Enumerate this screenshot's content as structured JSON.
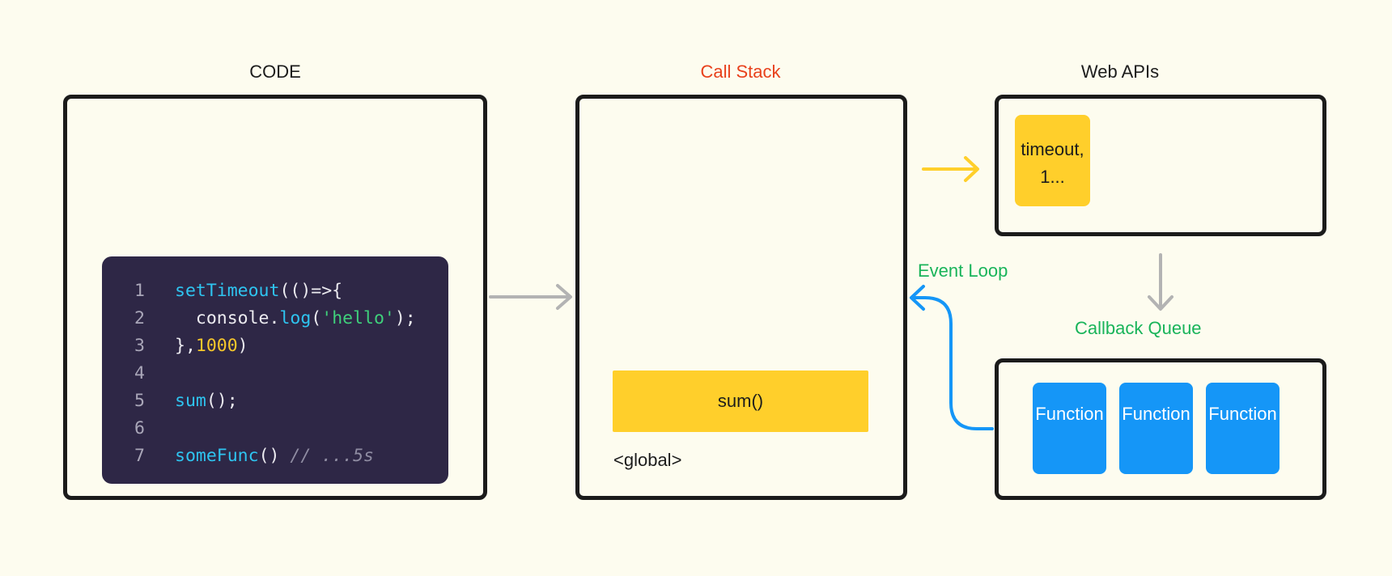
{
  "titles": {
    "code": "CODE",
    "call_stack": "Call Stack",
    "web_apis": "Web APIs",
    "callback_queue": "Callback Queue",
    "event_loop": "Event Loop"
  },
  "code": {
    "lines": [
      {
        "n": "1"
      },
      {
        "n": "2"
      },
      {
        "n": "3"
      },
      {
        "n": "4"
      },
      {
        "n": "5"
      },
      {
        "n": "6"
      },
      {
        "n": "7"
      }
    ],
    "tokens": {
      "l1_fn": "setTimeout",
      "l1_rest": "(()=>{",
      "l2_indent": "  console.",
      "l2_fn": "log",
      "l2_open": "(",
      "l2_str": "'hello'",
      "l2_close": ");",
      "l3_open": "},",
      "l3_num": "1000",
      "l3_close": ")",
      "l5_fn": "sum",
      "l5_rest": "();",
      "l7_fn": "someFunc",
      "l7_rest": "() ",
      "l7_comment": "// ...5s"
    }
  },
  "call_stack": {
    "frames": [
      "sum()"
    ],
    "global_label": "<global>"
  },
  "web_apis": {
    "items": [
      "timeout, 1..."
    ]
  },
  "callback_queue": {
    "items": [
      "Function",
      "Function",
      "Function"
    ]
  },
  "colors": {
    "background": "#fdfcef",
    "code_bg": "#2e2746",
    "call_stack_title": "#e8411c",
    "accent_yellow": "#ffcf2b",
    "accent_blue": "#1596f7",
    "label_green": "#19b45a",
    "arrow_gray": "#b3b3b3"
  }
}
